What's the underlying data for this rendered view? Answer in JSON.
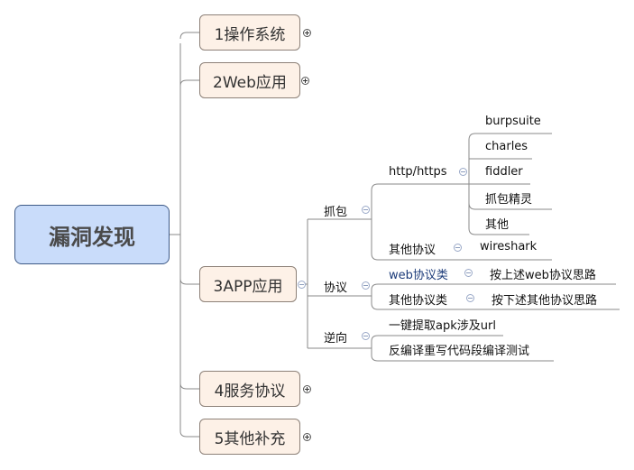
{
  "root": {
    "label": "漏洞发现"
  },
  "branches": [
    {
      "label": "1操作系统",
      "collapsed": true
    },
    {
      "label": "2Web应用",
      "collapsed": true
    },
    {
      "label": "3APP应用",
      "collapsed": false,
      "children": [
        {
          "label": "抓包",
          "children": [
            {
              "label": "http/https",
              "children": [
                "burpsuite",
                "charles",
                "fiddler",
                "抓包精灵",
                "其他"
              ]
            },
            {
              "label": "其他协议",
              "children": [
                "wireshark"
              ]
            }
          ]
        },
        {
          "label": "协议",
          "children": [
            {
              "label": "web协议类",
              "children": [
                "按上述web协议思路"
              ]
            },
            {
              "label": "其他协议类",
              "children": [
                "按下述其他协议思路"
              ]
            }
          ]
        },
        {
          "label": "逆向",
          "children": [
            {
              "label": "一键提取apk涉及url"
            },
            {
              "label": "反编译重写代码段编译测试"
            }
          ]
        }
      ]
    },
    {
      "label": "4服务协议",
      "collapsed": true
    },
    {
      "label": "5其他补充",
      "collapsed": true
    }
  ],
  "colors": {
    "root_fill": "#c9dcfa",
    "root_border": "#3f5a86",
    "branch_fill": "#fdf1e7",
    "branch_border": "#8d8178",
    "line": "#8a8a8a"
  }
}
